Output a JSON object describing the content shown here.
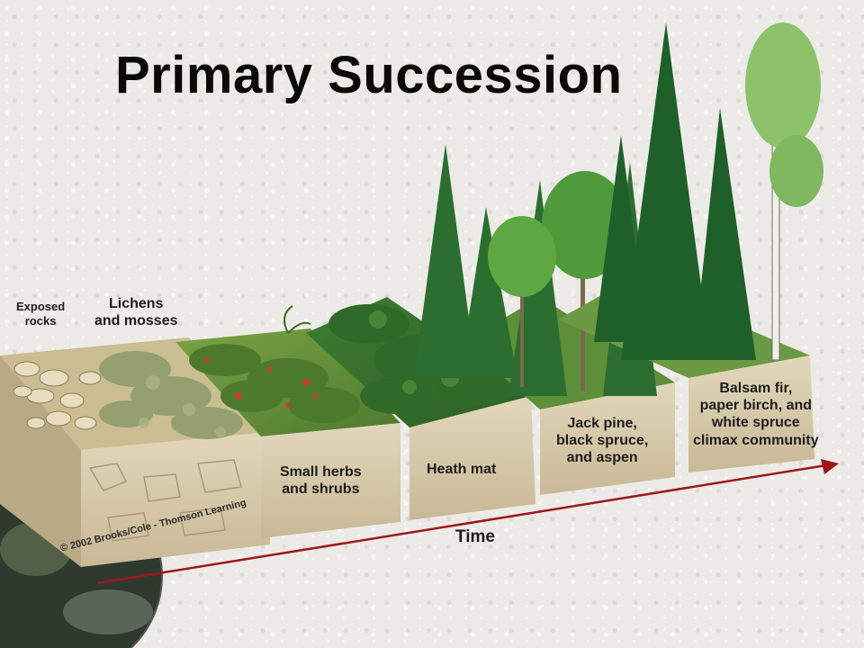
{
  "title": "Primary Succession",
  "stages": [
    {
      "label": "Exposed\nrocks"
    },
    {
      "label": "Lichens\nand mosses"
    },
    {
      "label": "Small herbs\nand shrubs"
    },
    {
      "label": "Heath mat"
    },
    {
      "label": "Jack pine,\nblack spruce,\nand aspen"
    },
    {
      "label": "Balsam fir,\npaper birch, and\nwhite spruce\nclimax community"
    }
  ],
  "axis_label": "Time",
  "copyright": "© 2002 Brooks/Cole - Thomson Learning",
  "colors": {
    "arrow": "#a0151c",
    "soil": "#d9cdb0",
    "soil_dark": "#b5a684",
    "grass": "#5f8a35",
    "conifer": "#2f7a32",
    "deciduous": "#4f9a3a"
  }
}
